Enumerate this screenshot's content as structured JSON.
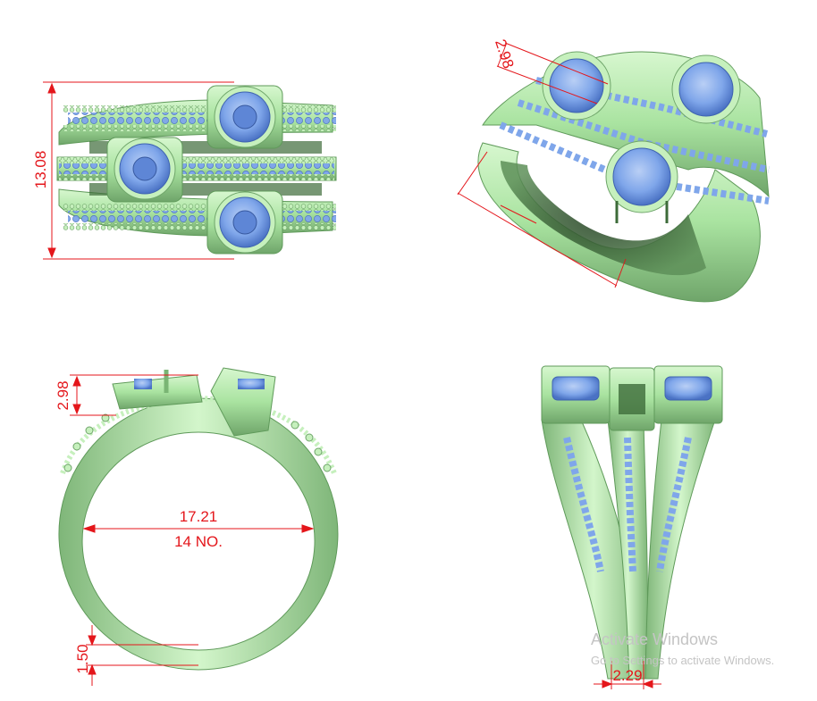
{
  "dimensions": {
    "top_height": "13.08",
    "iso_prong": "2.98",
    "side_prong": "2.98",
    "inner_diameter": "17.21",
    "ring_size": "14 NO.",
    "shank_thickness": "1.50",
    "shank_width": "2.29"
  },
  "watermark": {
    "title": "Activate Windows",
    "subtitle": "Go to Settings to activate Windows."
  },
  "colors": {
    "metal": "#b8ecb0",
    "metal_dark": "#6fa56a",
    "gem": "#7fa6ea",
    "gem_dark": "#4a72c4",
    "dimension": "#e4161b",
    "watermark": "#c4c4c4"
  }
}
